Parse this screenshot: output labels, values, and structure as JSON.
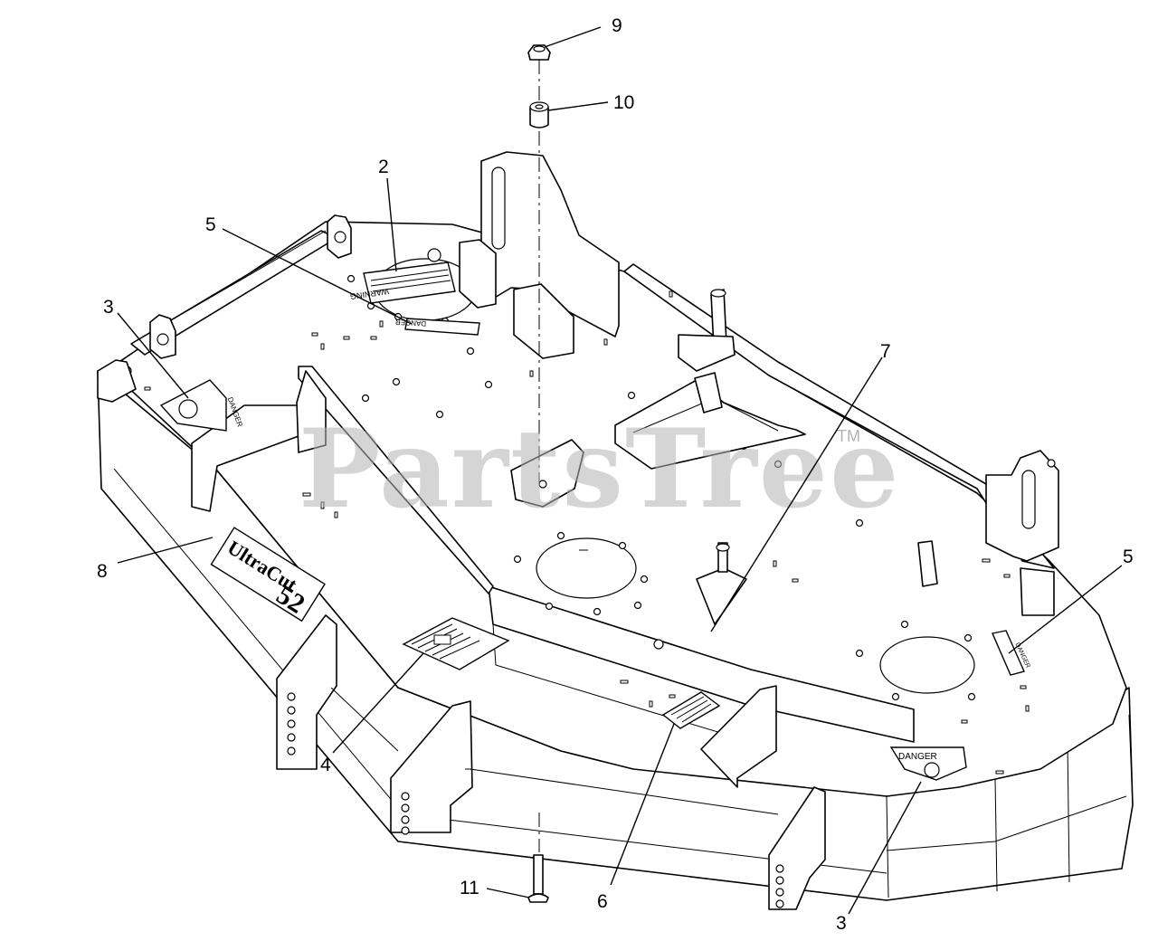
{
  "watermark": {
    "text": "PartsTree",
    "tm": "TM"
  },
  "brand_decal": {
    "line1": "UltraCut",
    "size": "52"
  },
  "decals": {
    "warning": "WARNING",
    "danger_top": "DANGER",
    "danger_left": "DANGER",
    "danger_right": "DANGER",
    "danger_bottom": "DANGER"
  },
  "callouts": [
    {
      "id": "c9",
      "label": "9"
    },
    {
      "id": "c10",
      "label": "10"
    },
    {
      "id": "c2",
      "label": "2"
    },
    {
      "id": "c5a",
      "label": "5"
    },
    {
      "id": "c3a",
      "label": "3"
    },
    {
      "id": "c7",
      "label": "7"
    },
    {
      "id": "c5b",
      "label": "5"
    },
    {
      "id": "c8",
      "label": "8"
    },
    {
      "id": "c4",
      "label": "4"
    },
    {
      "id": "c6",
      "label": "6"
    },
    {
      "id": "c3b",
      "label": "3"
    },
    {
      "id": "c11",
      "label": "11"
    }
  ]
}
